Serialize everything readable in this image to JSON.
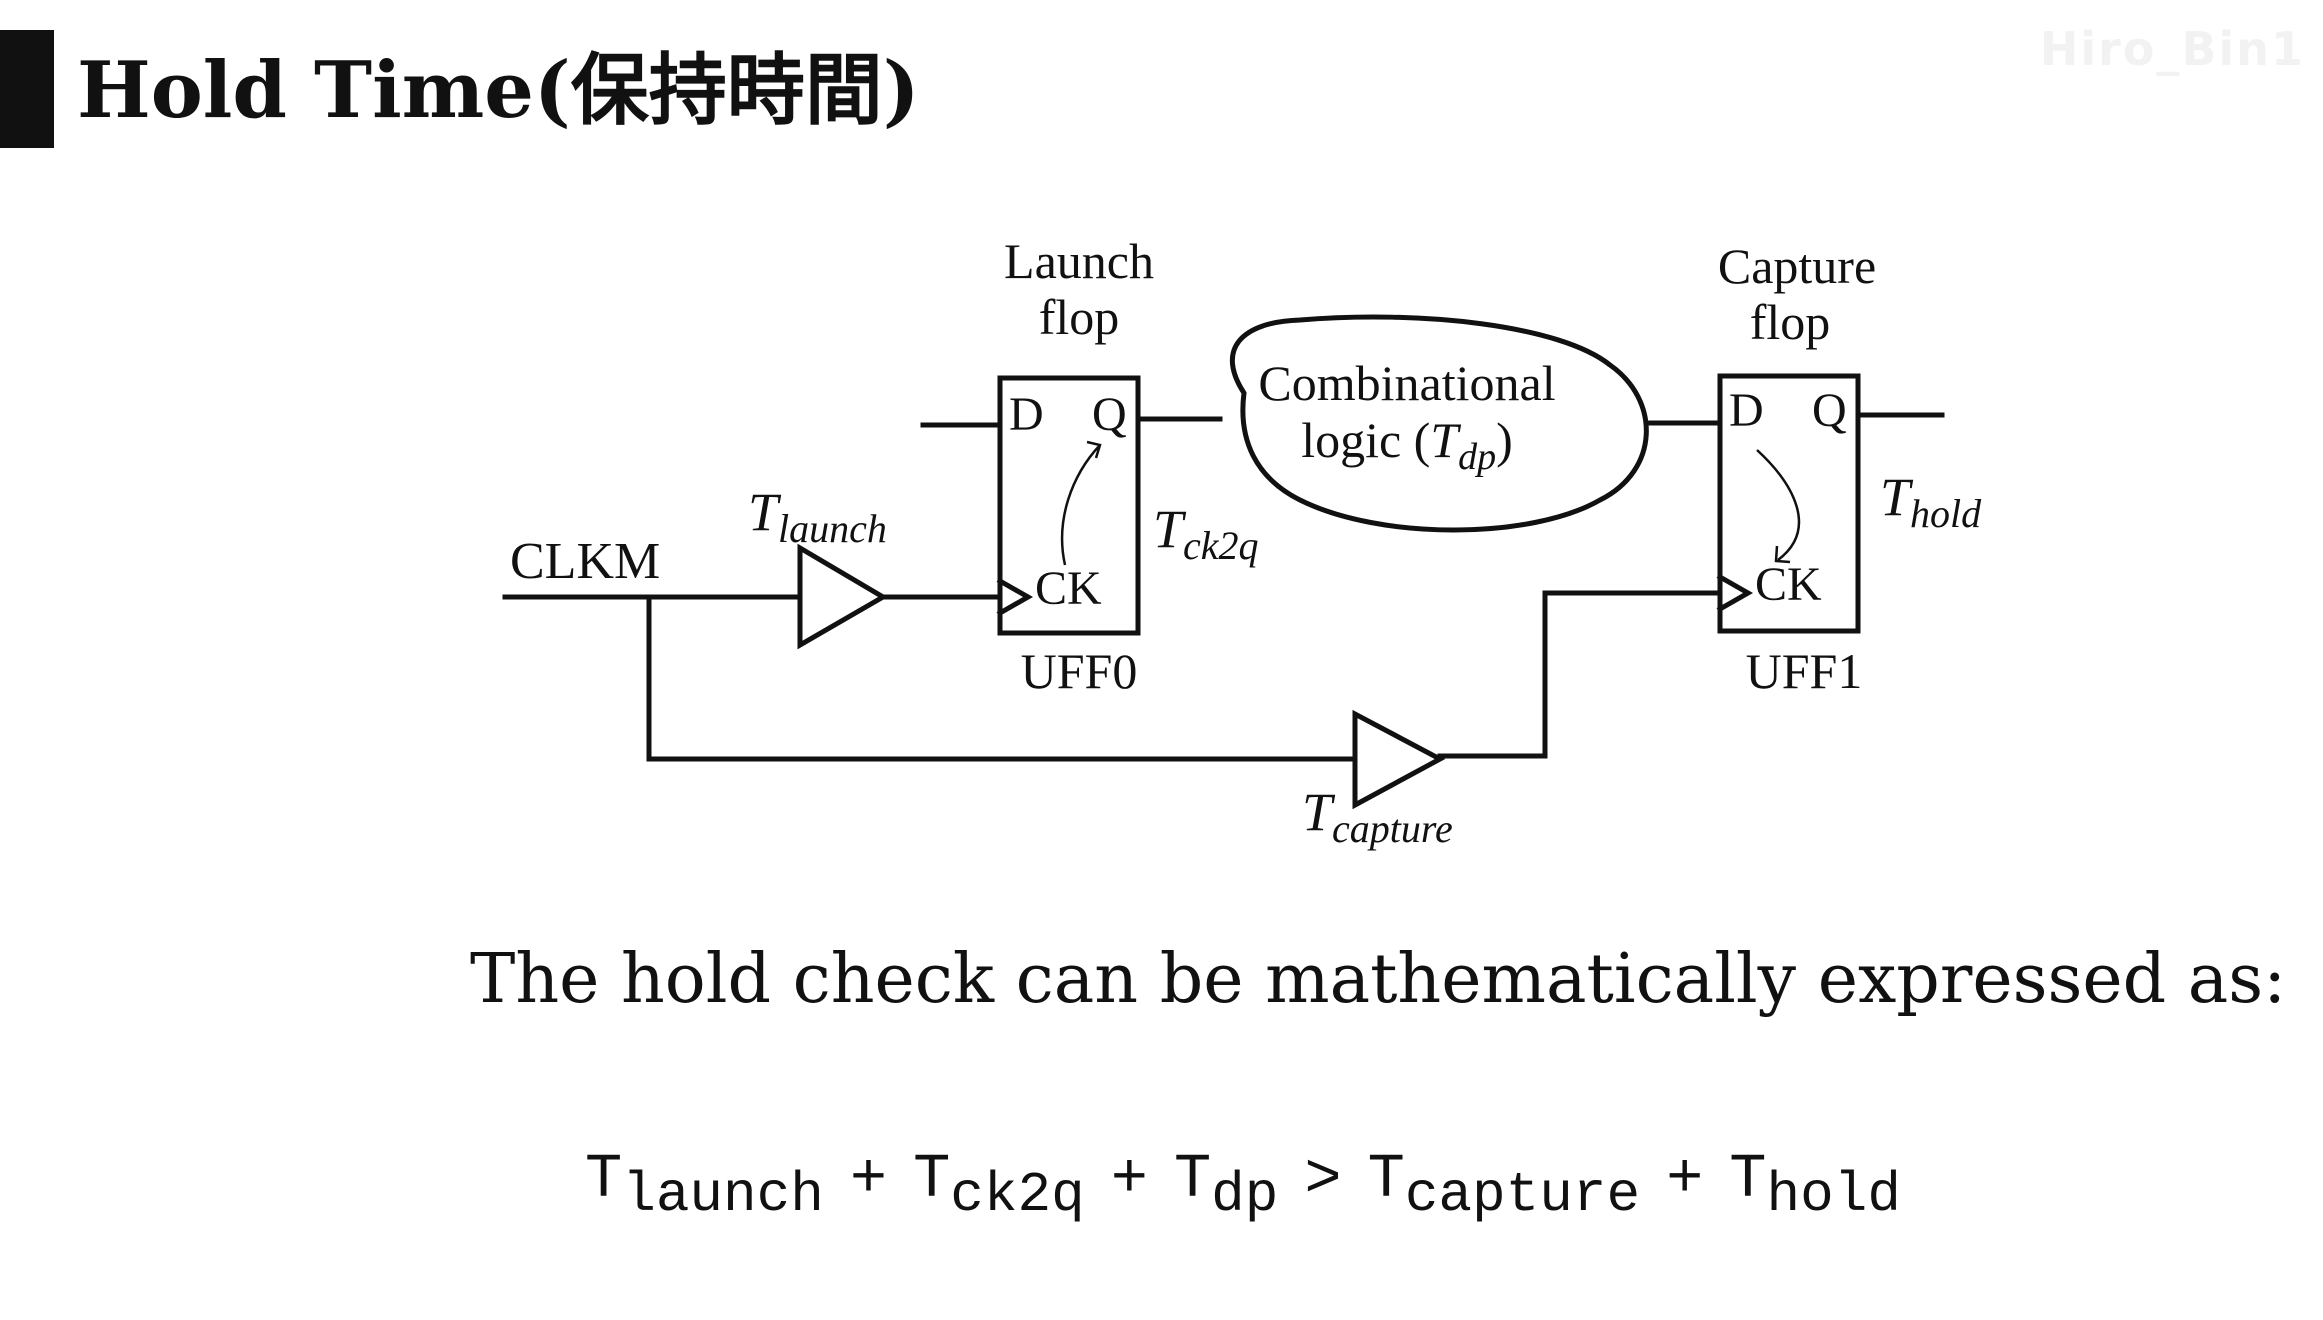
{
  "header": {
    "title": "Hold Time(保持時間)",
    "watermark": "Hiro_Bin1"
  },
  "diagram": {
    "clock_label": "CLKM",
    "launch_flop_label_line1": "Launch",
    "launch_flop_label_line2": "flop",
    "capture_flop_label_line1": "Capture",
    "capture_flop_label_line2": "flop",
    "launch_flop": {
      "name": "UFF0",
      "d_pin": "D",
      "q_pin": "Q",
      "ck_pin": "CK"
    },
    "capture_flop": {
      "name": "UFF1",
      "d_pin": "D",
      "q_pin": "Q",
      "ck_pin": "CK"
    },
    "comb_logic_line1": "Combinational",
    "comb_logic_line2_prefix": "logic (",
    "comb_logic_line2_suffix": ")",
    "t_launch": {
      "base": "T",
      "sub": "launch"
    },
    "t_capture": {
      "base": "T",
      "sub": "capture"
    },
    "t_ck2q": {
      "base": "T",
      "sub": "ck2q"
    },
    "t_hold": {
      "base": "T",
      "sub": "hold"
    },
    "t_dp": {
      "base": "T",
      "sub": "dp"
    }
  },
  "statement": "The hold check can be mathematically expressed as:",
  "equation": {
    "terms": [
      {
        "base": "T",
        "sub": "launch"
      },
      {
        "base": "T",
        "sub": "ck2q"
      },
      {
        "base": "T",
        "sub": "dp"
      },
      {
        "base": "T",
        "sub": "capture"
      },
      {
        "base": "T",
        "sub": "hold"
      }
    ],
    "ops": [
      "+",
      "+",
      ">",
      "+"
    ]
  }
}
